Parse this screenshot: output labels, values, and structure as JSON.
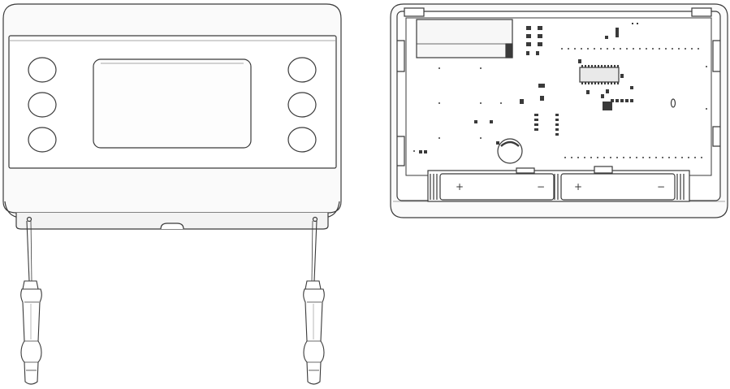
{
  "figure": {
    "colors": {
      "line": "#3a3a3a",
      "light_line": "#8a8a8a",
      "fill_light": "#f7f7f7",
      "fill_mid": "#e9e9e9",
      "fill_dark": "#cfcfcf"
    }
  },
  "front_view": {
    "button_count_per_side": 3,
    "sides": [
      "left",
      "right"
    ]
  },
  "screwdrivers": {
    "count": 2,
    "icon": "screwdriver-icon"
  },
  "battery_labels": {
    "battery_1_positive": "+",
    "battery_1_negative": "−",
    "battery_2_positive": "+",
    "battery_2_negative": "−"
  }
}
